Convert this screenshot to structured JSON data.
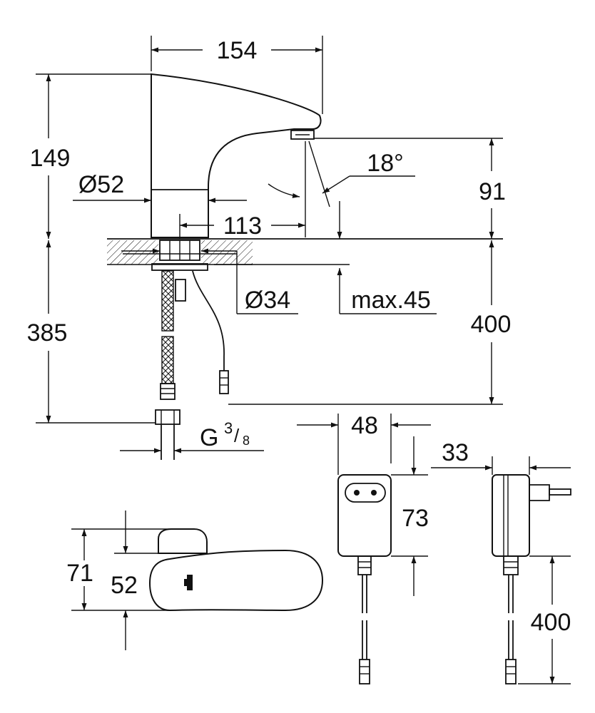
{
  "drawing": {
    "dimensions": {
      "width_top": "154",
      "height_body": "149",
      "diameter_body": "Ø52",
      "spray_angle": "18°",
      "spout_height": "91",
      "spout_reach": "113",
      "hole_diameter": "Ø34",
      "max_counter": "max.45",
      "below_counter": "385",
      "cable_length": "400",
      "thread_main": "G",
      "thread_num": "3",
      "thread_den": "8",
      "adapter_width": "48",
      "adapter_height": "73",
      "adapter_depth": "33",
      "adapter_cable": "400",
      "top_height": "71",
      "top_width": "52"
    }
  }
}
